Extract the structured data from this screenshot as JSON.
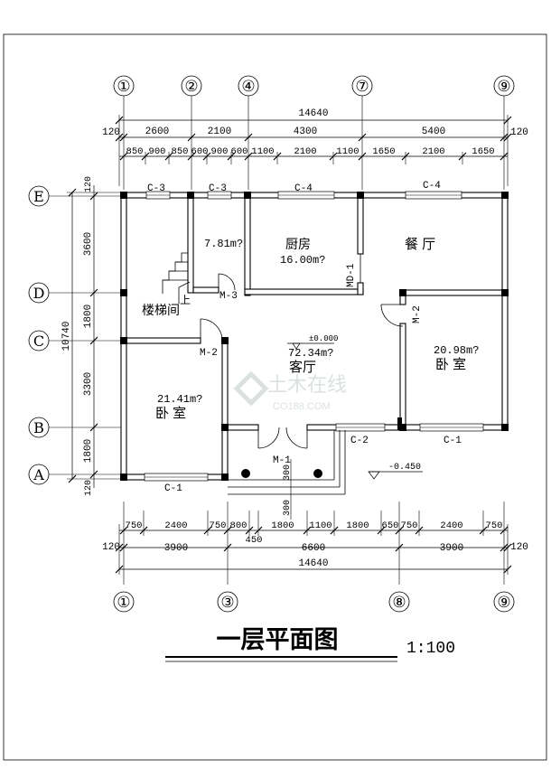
{
  "drawing": {
    "title": "一层平面图",
    "scale": "1:100"
  },
  "axes": {
    "top": [
      "①",
      "②",
      "④",
      "⑦",
      "⑨"
    ],
    "bottom": [
      "①",
      "③",
      "⑧",
      "⑨"
    ],
    "left": [
      "E",
      "D",
      "C",
      "B",
      "A"
    ]
  },
  "dims_top": {
    "overall": "14640",
    "end_left": "120",
    "end_right": "120",
    "row2": [
      "2600",
      "2100",
      "4300",
      "5400"
    ],
    "row3": [
      "850",
      "900",
      "850",
      "600",
      "900",
      "600",
      "1100",
      "2100",
      "1100",
      "1650",
      "2100",
      "1650"
    ]
  },
  "dims_bottom": {
    "overall": "14640",
    "end_left": "120",
    "end_right": "120",
    "row1": [
      "750",
      "2400",
      "750",
      "800",
      "1800",
      "1100",
      "1800",
      "650",
      "750",
      "2400",
      "750"
    ],
    "row2": [
      "3900",
      "6600",
      "3900"
    ],
    "extra": "450"
  },
  "dims_left": {
    "overall": "10740",
    "end_top": "120",
    "end_bottom": "120",
    "segments": [
      "3600",
      "1800",
      "3300",
      "1800"
    ]
  },
  "rooms": {
    "kitchen_name": "厨房",
    "kitchen_area": "16.00m?",
    "dining_name": "餐 厅",
    "small_area": "7.81m?",
    "stair_name": "楼梯间",
    "up_mark": "上",
    "living_name": "客厅",
    "living_area": "72.34m?",
    "bed_left_name": "卧 室",
    "bed_left_area": "21.41m?",
    "bed_right_name": "卧 室",
    "bed_right_area": "20.98m?"
  },
  "labels": {
    "window_c3_a": "C-3",
    "window_c3_b": "C-3",
    "window_c4_a": "C-4",
    "window_c4_b": "C-4",
    "window_c1_a": "C-1",
    "window_c1_b": "C-1",
    "window_c2": "C-2",
    "door_m3": "M-3",
    "door_md1": "MD-1",
    "door_m2_a": "M-2",
    "door_m2_b": "M-2",
    "door_m1": "M-1"
  },
  "levels": {
    "floor": "±0.000",
    "outside": "-0.450"
  },
  "steps": {
    "a": "300",
    "b": "300"
  },
  "watermark": {
    "text": "土木在线",
    "url": "CO188.COM"
  }
}
